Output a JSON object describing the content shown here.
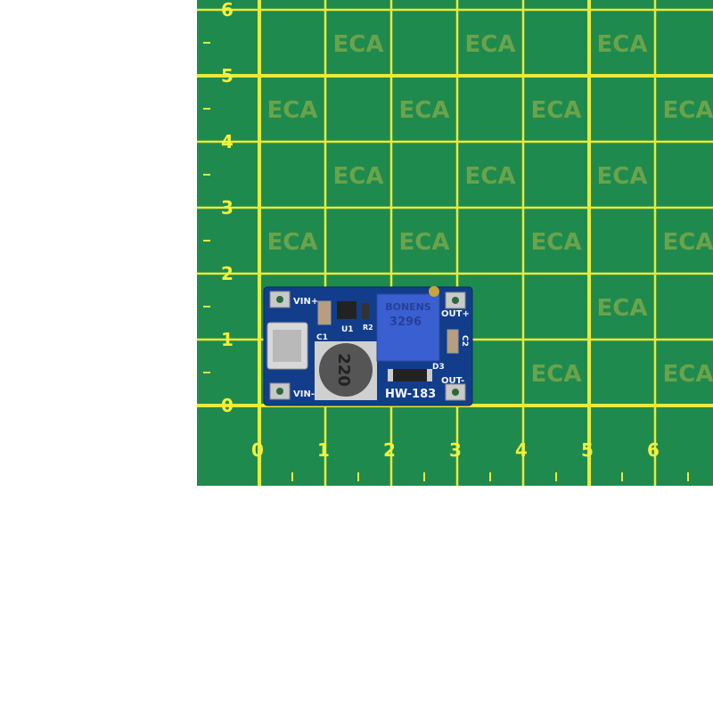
{
  "scene": {
    "mat_color": "#1f8a4e",
    "grid_color": "#e8ea3a",
    "watermark": "ECA",
    "y_axis_labels": [
      "0",
      "1",
      "2",
      "3",
      "4",
      "5",
      "6"
    ],
    "x_axis_labels": [
      "0",
      "1",
      "2",
      "3",
      "4",
      "5",
      "6"
    ]
  },
  "board": {
    "pcb_color": "#123d8a",
    "model": "HW-183",
    "vin_plus": "VIN+",
    "vin_minus": "VIN-",
    "out_plus": "OUT+",
    "out_minus": "OUT-",
    "u1": "U1",
    "r2": "R2",
    "c1": "C1",
    "c2": "C2",
    "d3": "D3",
    "inductor": "220",
    "pot_brand": "BONENS",
    "pot_model": "3296"
  }
}
